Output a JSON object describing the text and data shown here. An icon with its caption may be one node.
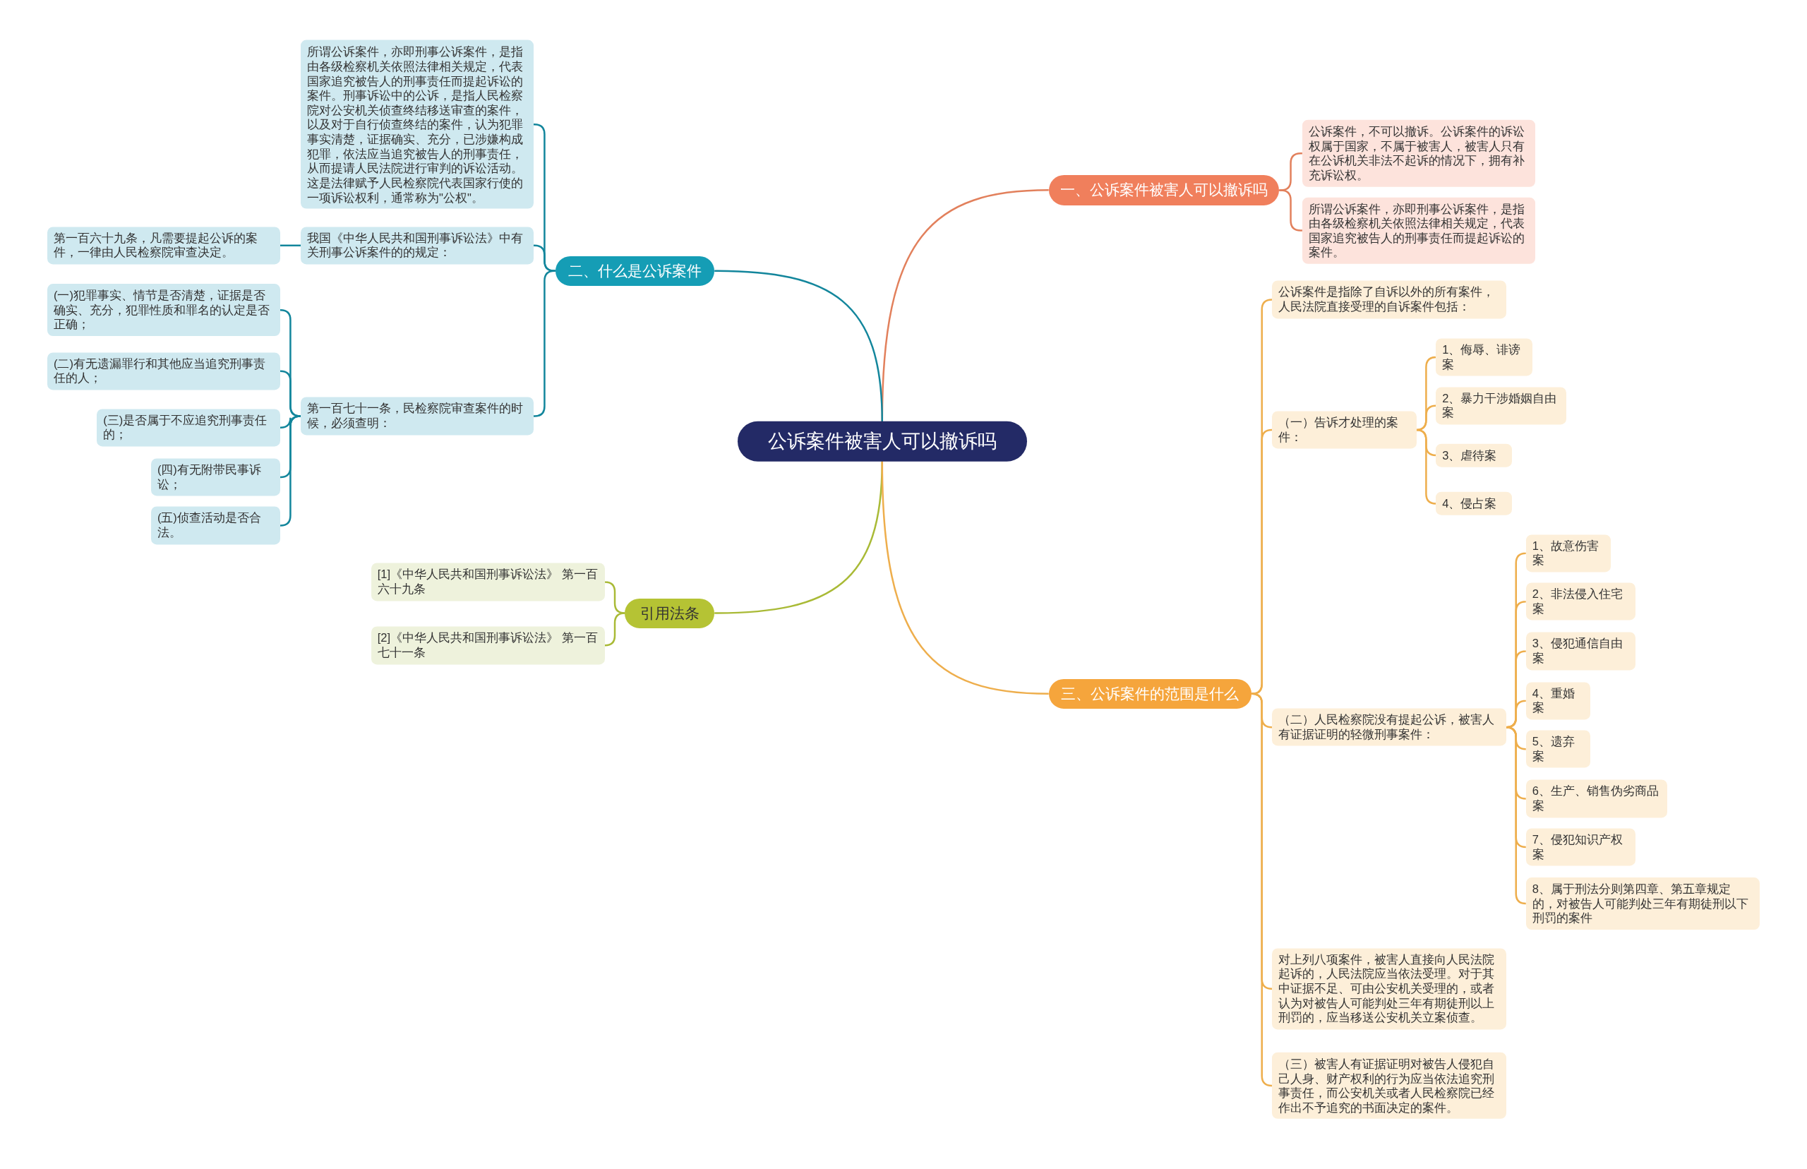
{
  "diagram": {
    "nodes": [
      {
        "text": [
          "公诉案件被害人可以撤诉吗"
        ]
      },
      {
        "text": [
          "一、公诉案件被害人可以撤诉吗"
        ]
      },
      {
        "text": [
          "公诉案件，不可以撤诉。公诉案件的诉讼权属于国家，不属于被害人，被害人只有在公诉机关非法不起诉的情况下，拥有补充诉讼权。"
        ]
      },
      {
        "text": [
          "所谓公诉案件，亦即刑事公诉案件，是指由各级检察机关依照法律相关规定，代表国家追究被告人的刑事责任而提起诉讼的案件。"
        ]
      },
      {
        "text": [
          "二、什么是公诉案件"
        ]
      },
      {
        "text": [
          "所谓公诉案件，亦即刑事公诉案件，是指由各级检察机关依照法律相关规定，代表国家追究被告人的刑事责任而提起诉讼的案件。刑事诉讼中的公诉，是指人民检察院对公安机关侦查终结移送审查的案件，以及对于自行侦查终结的案件，认为犯罪事实清楚，证据确实、充分，已涉嫌构成犯罪，依法应当追究被告人的刑事责任，从而提请人民法院进行审判的诉讼活动。这是法律赋予人民检察院代表国家行使的一项诉讼权利，通常称为\"公权\"。"
        ]
      },
      {
        "text": [
          "我国《中华人民共和国刑事诉讼法》中有关刑事公诉案件的的规定："
        ]
      },
      {
        "text": [
          "第一百六十九条，凡需要提起公诉的案件，一律由人民检察院审查决定。"
        ]
      },
      {
        "text": [
          "第一百七十一条，民检察院审查案件的时候，必须查明："
        ]
      },
      {
        "text": [
          "(一)犯罪事实、情节是否清楚，证据是否确实、充分，犯罪性质和罪名的认定是否正确；"
        ]
      },
      {
        "text": [
          "(二)有无遗漏罪行和其他应当追究刑事责任的人；"
        ]
      },
      {
        "text": [
          "(三)是否属于不应追究刑事责任的；"
        ]
      },
      {
        "text": [
          "(四)有无附带民事诉讼；"
        ]
      },
      {
        "text": [
          "(五)侦查活动是否合法。"
        ]
      },
      {
        "text": [
          "引用法条"
        ]
      },
      {
        "text": [
          "[1]《中华人民共和国刑事诉讼法》 第一百六十九条"
        ]
      },
      {
        "text": [
          "[2]《中华人民共和国刑事诉讼法》 第一百七十一条"
        ]
      },
      {
        "text": [
          "三、公诉案件的范围是什么"
        ]
      },
      {
        "text": [
          "公诉案件是指除了自诉以外的所有案件，人民法院直接受理的自诉案件包括："
        ]
      },
      {
        "text": [
          "（一）告诉才处理的案件："
        ]
      },
      {
        "text": [
          "1、侮辱、诽谤案"
        ]
      },
      {
        "text": [
          "2、暴力干涉婚姻自由案"
        ]
      },
      {
        "text": [
          "3、虐待案"
        ]
      },
      {
        "text": [
          "4、侵占案"
        ]
      },
      {
        "text": [
          "（二）人民检察院没有提起公诉，被害人有证据证明的轻微刑事案件："
        ]
      },
      {
        "text": [
          "1、故意伤害案"
        ]
      },
      {
        "text": [
          "2、非法侵入住宅案"
        ]
      },
      {
        "text": [
          "3、侵犯通信自由案"
        ]
      },
      {
        "text": [
          "4、重婚案"
        ]
      },
      {
        "text": [
          "5、遗弃案"
        ]
      },
      {
        "text": [
          "6、生产、销售伪劣商品案"
        ]
      },
      {
        "text": [
          "7、侵犯知识产权案"
        ]
      },
      {
        "text": [
          "8、属于刑法分则第四章、第五章规定的，对被告人可能判处三年有期徒刑以下刑罚的案件"
        ]
      },
      {
        "text": [
          "对上列八项案件，被害人直接向人民法院起诉的，人民法院应当依法受理。对于其中证据不足、可由公安机关受理的，或者认为对被告人可能判处三年有期徒刑以上刑罚的，应当移送公安机关立案侦查。"
        ]
      },
      {
        "text": [
          "（三）被害人有证据证明对被告人侵犯自己人身、财产权利的行为应当依法追究刑事责任，而公安机关或者人民检察院已经作出不予追究的书面决定的案件。"
        ]
      }
    ],
    "edges": [
      {
        "from": 0,
        "to": 1,
        "arrow": "none",
        "color": "#e2805c"
      },
      {
        "from": 1,
        "to": 2,
        "arrow": "none",
        "color": "#e2805c"
      },
      {
        "from": 1,
        "to": 3,
        "arrow": "none",
        "color": "#e2805c"
      },
      {
        "from": 0,
        "to": 4,
        "arrow": "none",
        "color": "#13869c"
      },
      {
        "from": 4,
        "to": 5,
        "arrow": "none",
        "color": "#13869c"
      },
      {
        "from": 4,
        "to": 6,
        "arrow": "none",
        "color": "#13869c"
      },
      {
        "from": 6,
        "to": 7,
        "arrow": "none",
        "color": "#13869c"
      },
      {
        "from": 4,
        "to": 8,
        "arrow": "none",
        "color": "#13869c"
      },
      {
        "from": 8,
        "to": 9,
        "arrow": "none",
        "color": "#13869c"
      },
      {
        "from": 8,
        "to": 10,
        "arrow": "none",
        "color": "#13869c"
      },
      {
        "from": 8,
        "to": 11,
        "arrow": "none",
        "color": "#13869c"
      },
      {
        "from": 8,
        "to": 12,
        "arrow": "none",
        "color": "#13869c"
      },
      {
        "from": 8,
        "to": 13,
        "arrow": "none",
        "color": "#13869c"
      },
      {
        "from": 0,
        "to": 14,
        "arrow": "none",
        "color": "#a9ba36"
      },
      {
        "from": 14,
        "to": 15,
        "arrow": "none",
        "color": "#a9ba36"
      },
      {
        "from": 14,
        "to": 16,
        "arrow": "none",
        "color": "#a9ba36"
      },
      {
        "from": 0,
        "to": 17,
        "arrow": "none"
      },
      {
        "from": 17,
        "to": 18,
        "arrow": "none"
      },
      {
        "from": 17,
        "to": 19,
        "arrow": "none"
      },
      {
        "from": 19,
        "to": 20,
        "arrow": "none"
      },
      {
        "from": 19,
        "to": 21,
        "arrow": "none"
      },
      {
        "from": 19,
        "to": 22,
        "arrow": "none"
      },
      {
        "from": 19,
        "to": 23,
        "arrow": "none"
      },
      {
        "from": 17,
        "to": 24,
        "arrow": "none"
      },
      {
        "from": 24,
        "to": 25,
        "arrow": "none"
      },
      {
        "from": 24,
        "to": 26,
        "arrow": "none"
      },
      {
        "from": 24,
        "to": 27,
        "arrow": "none"
      },
      {
        "from": 24,
        "to": 28,
        "arrow": "none"
      },
      {
        "from": 24,
        "to": 29,
        "arrow": "none"
      },
      {
        "from": 24,
        "to": 30,
        "arrow": "none"
      },
      {
        "from": 24,
        "to": 31,
        "arrow": "none"
      },
      {
        "from": 24,
        "to": 32,
        "arrow": "none"
      },
      {
        "from": 17,
        "to": 33,
        "arrow": "none"
      },
      {
        "from": 17,
        "to": 34,
        "arrow": "none"
      }
    ]
  }
}
